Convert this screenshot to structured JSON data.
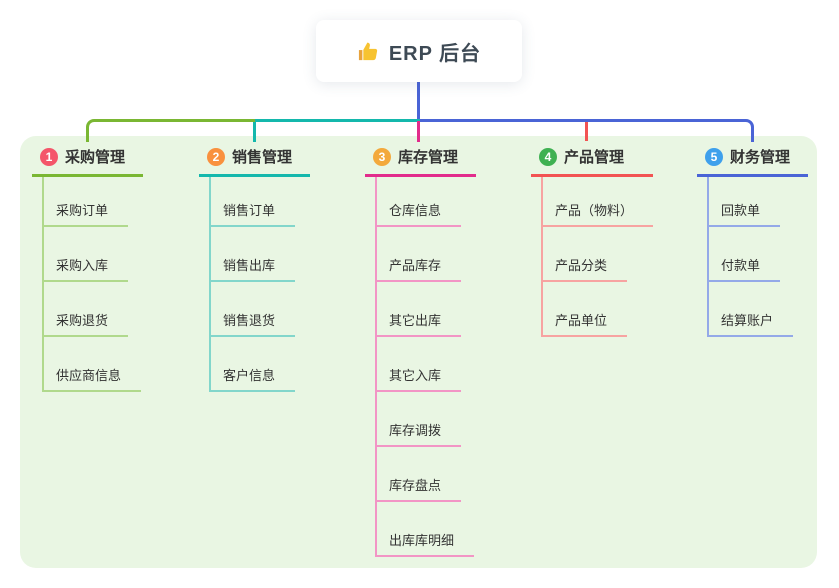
{
  "root": {
    "title": "ERP 后台",
    "icon": "thumbs-up-icon"
  },
  "connector_color": "#4a64d6",
  "panel_color": "#e9f6e3",
  "branches": [
    {
      "badge": "1",
      "badge_color": "#f4566a",
      "color": "#7ab733",
      "light_color": "#b0d98c",
      "title": "采购管理",
      "children": [
        "采购订单",
        "采购入库",
        "采购退货",
        "供应商信息"
      ]
    },
    {
      "badge": "2",
      "badge_color": "#f9913e",
      "color": "#14b8ac",
      "light_color": "#82d6cb",
      "title": "销售管理",
      "children": [
        "销售订单",
        "销售出库",
        "销售退货",
        "客户信息"
      ]
    },
    {
      "badge": "3",
      "badge_color": "#f3a93c",
      "color": "#e22c8c",
      "light_color": "#f295c5",
      "title": "库存管理",
      "children": [
        "仓库信息",
        "产品库存",
        "其它出库",
        "其它入库",
        "库存调拨",
        "库存盘点",
        "出库库明细"
      ]
    },
    {
      "badge": "4",
      "badge_color": "#3fb152",
      "color": "#f25353",
      "light_color": "#f7a3a1",
      "title": "产品管理",
      "children": [
        "产品（物料）",
        "产品分类",
        "产品单位"
      ]
    },
    {
      "badge": "5",
      "badge_color": "#3ea0ec",
      "color": "#4a64d6",
      "light_color": "#94a9e8",
      "title": "财务管理",
      "children": [
        "回款单",
        "付款单",
        "结算账户"
      ]
    }
  ]
}
